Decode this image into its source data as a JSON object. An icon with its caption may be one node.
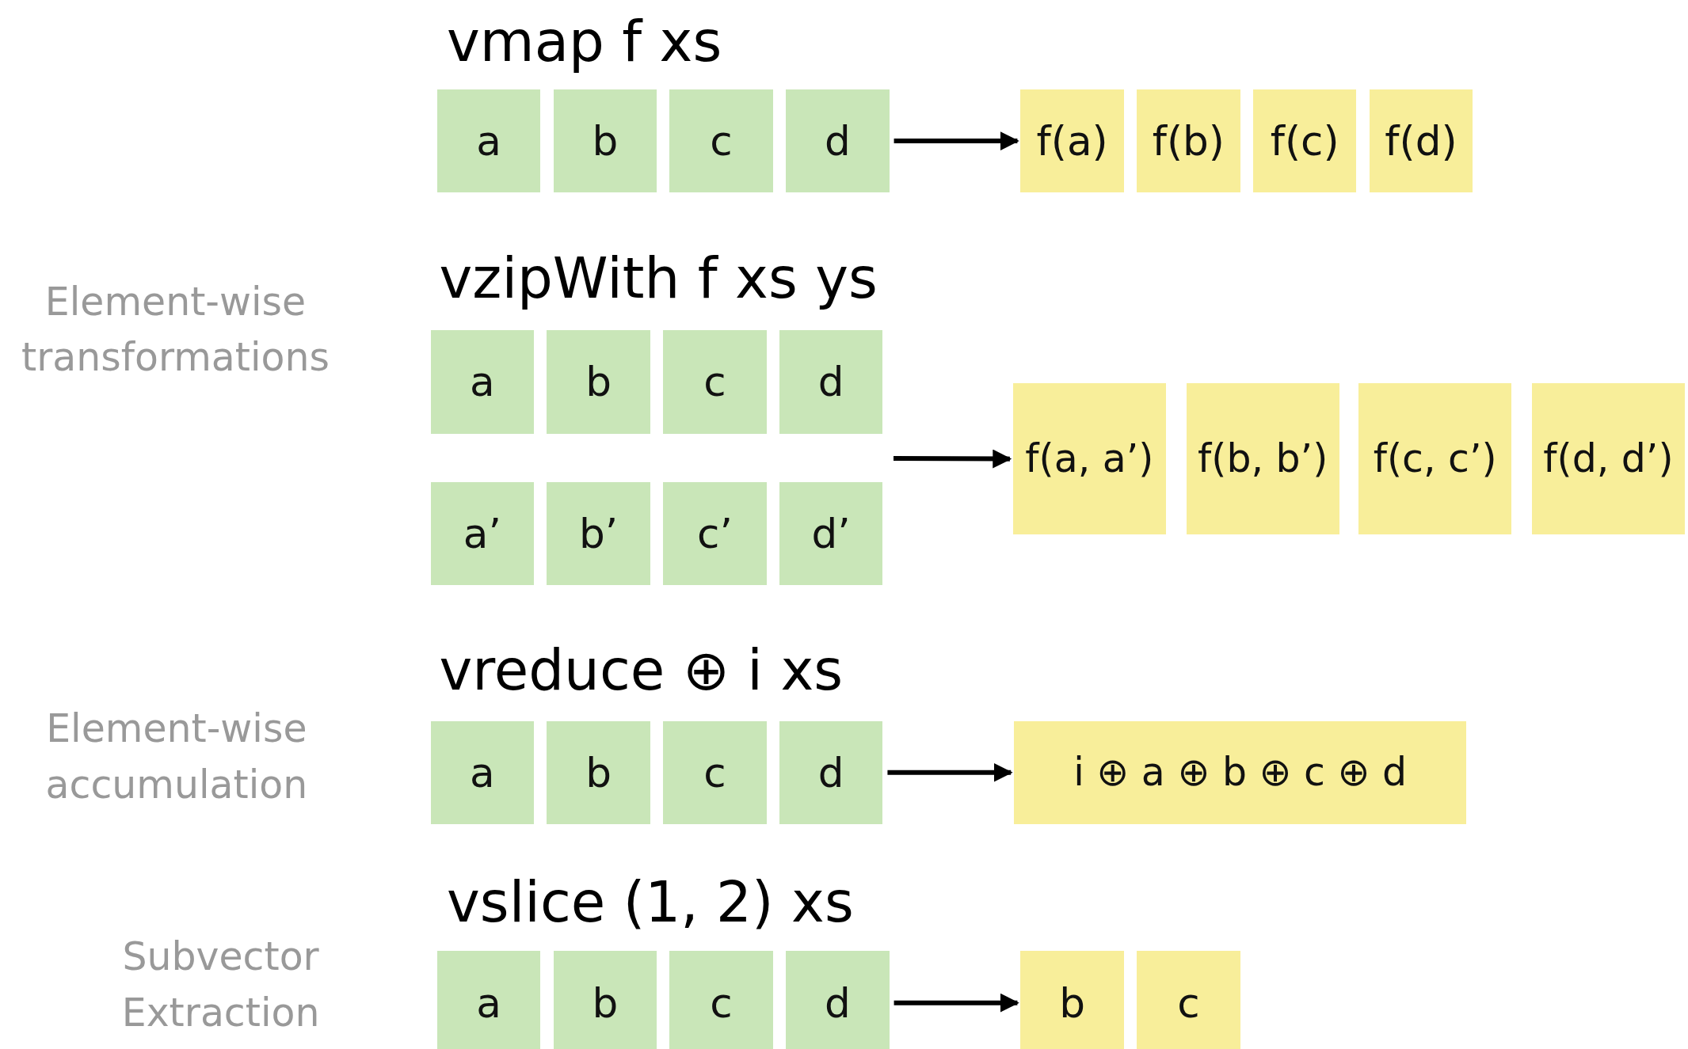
{
  "diagram": {
    "nodes": [
      {
        "text": [
          "a"
        ]
      },
      {
        "text": [
          "b"
        ]
      },
      {
        "text": [
          "c"
        ]
      },
      {
        "text": [
          "d"
        ]
      },
      {
        "text": [
          "f(a)"
        ]
      },
      {
        "text": [
          "f(b)"
        ]
      },
      {
        "text": [
          "f(c)"
        ]
      },
      {
        "text": [
          "f(d)"
        ]
      },
      {
        "text": [
          "a"
        ]
      },
      {
        "text": [
          "b"
        ]
      },
      {
        "text": [
          "c"
        ]
      },
      {
        "text": [
          "d"
        ]
      },
      {
        "text": [
          "a’"
        ]
      },
      {
        "text": [
          "b’"
        ]
      },
      {
        "text": [
          "c’"
        ]
      },
      {
        "text": [
          "d’"
        ]
      },
      {
        "text": [
          "f(a, a’)"
        ]
      },
      {
        "text": [
          "f(b, b’)"
        ]
      },
      {
        "text": [
          "f(c, c’)"
        ]
      },
      {
        "text": [
          "f(d, d’)"
        ]
      },
      {
        "text": [
          "a"
        ]
      },
      {
        "text": [
          "b"
        ]
      },
      {
        "text": [
          "c"
        ]
      },
      {
        "text": [
          "d"
        ]
      },
      {
        "text": [
          "i ⊕ a ⊕ b ⊕ c ⊕ d"
        ]
      },
      {
        "text": [
          "a"
        ]
      },
      {
        "text": [
          "b"
        ]
      },
      {
        "text": [
          "c"
        ]
      },
      {
        "text": [
          "d"
        ]
      },
      {
        "text": [
          "b"
        ]
      },
      {
        "text": [
          "c"
        ]
      }
    ],
    "edges": [
      {
        "from": 3,
        "to": 4,
        "arrow": "to"
      },
      {
        "from": null,
        "to": 16,
        "arrow": "to"
      },
      {
        "from": 23,
        "to": 24,
        "arrow": "to"
      },
      {
        "from": 28,
        "to": 29,
        "arrow": "to"
      }
    ],
    "labels": [
      "vmap f xs",
      "vzipWith f xs ys",
      "Element-wise transformations",
      "vreduce ⊕ i xs",
      "Element-wise accumulation",
      "vslice (1, 2) xs",
      "Subvector Extraction"
    ]
  }
}
